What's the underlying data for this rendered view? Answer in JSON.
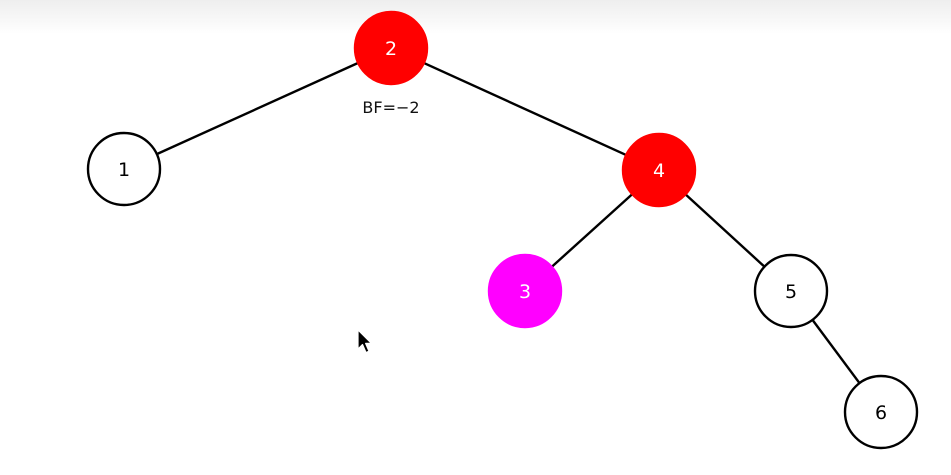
{
  "tree": {
    "balance_annotation": "BF=−2",
    "nodes": [
      {
        "id": "2",
        "label": "2",
        "fill": "#ff0000",
        "stroke": "#ff0000",
        "text_color": "#ffffff"
      },
      {
        "id": "1",
        "label": "1",
        "fill": "#ffffff",
        "stroke": "#000000",
        "text_color": "#000000"
      },
      {
        "id": "4",
        "label": "4",
        "fill": "#ff0000",
        "stroke": "#ff0000",
        "text_color": "#ffffff"
      },
      {
        "id": "3",
        "label": "3",
        "fill": "#ff00ff",
        "stroke": "#ff00ff",
        "text_color": "#ffffff"
      },
      {
        "id": "5",
        "label": "5",
        "fill": "#ffffff",
        "stroke": "#000000",
        "text_color": "#000000"
      },
      {
        "id": "6",
        "label": "6",
        "fill": "#ffffff",
        "stroke": "#000000",
        "text_color": "#000000"
      }
    ],
    "edges": [
      {
        "from": "2",
        "to": "1"
      },
      {
        "from": "2",
        "to": "4"
      },
      {
        "from": "4",
        "to": "3"
      },
      {
        "from": "4",
        "to": "5"
      },
      {
        "from": "5",
        "to": "6"
      }
    ]
  }
}
